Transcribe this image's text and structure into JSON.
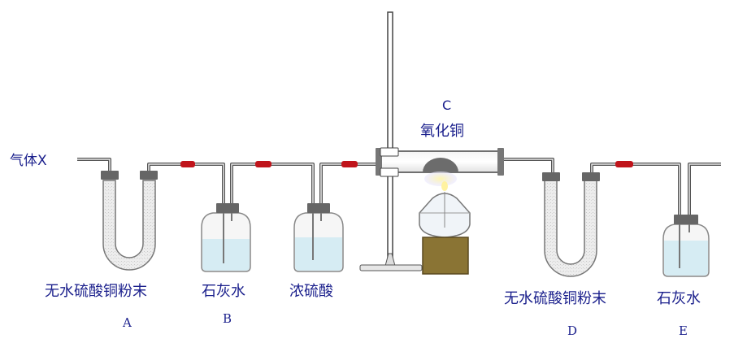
{
  "diagram": {
    "gas_inlet_label": "气体X",
    "apparatus": [
      {
        "id": "A",
        "letter": "A",
        "label": "无水硫酸铜粉末",
        "type": "u-tube"
      },
      {
        "id": "B",
        "letter": "B",
        "label": "石灰水",
        "type": "gas-washing-bottle"
      },
      {
        "id": "B2",
        "letter": "",
        "label": "浓硫酸",
        "type": "gas-washing-bottle"
      },
      {
        "id": "C",
        "letter": "C",
        "label": "氧化铜",
        "type": "heated-combustion-tube"
      },
      {
        "id": "D",
        "letter": "D",
        "label": "无水硫酸铜粉末",
        "type": "u-tube"
      },
      {
        "id": "E",
        "letter": "E",
        "label": "石灰水",
        "type": "gas-washing-bottle"
      }
    ],
    "colors": {
      "label_text": "#1a1f8c",
      "rubber_connector": "#c0141b",
      "liquid": "#d6ecf3",
      "powder": "#e4e4e4",
      "stopper": "#666666",
      "wood_block": "#8a7434"
    }
  }
}
